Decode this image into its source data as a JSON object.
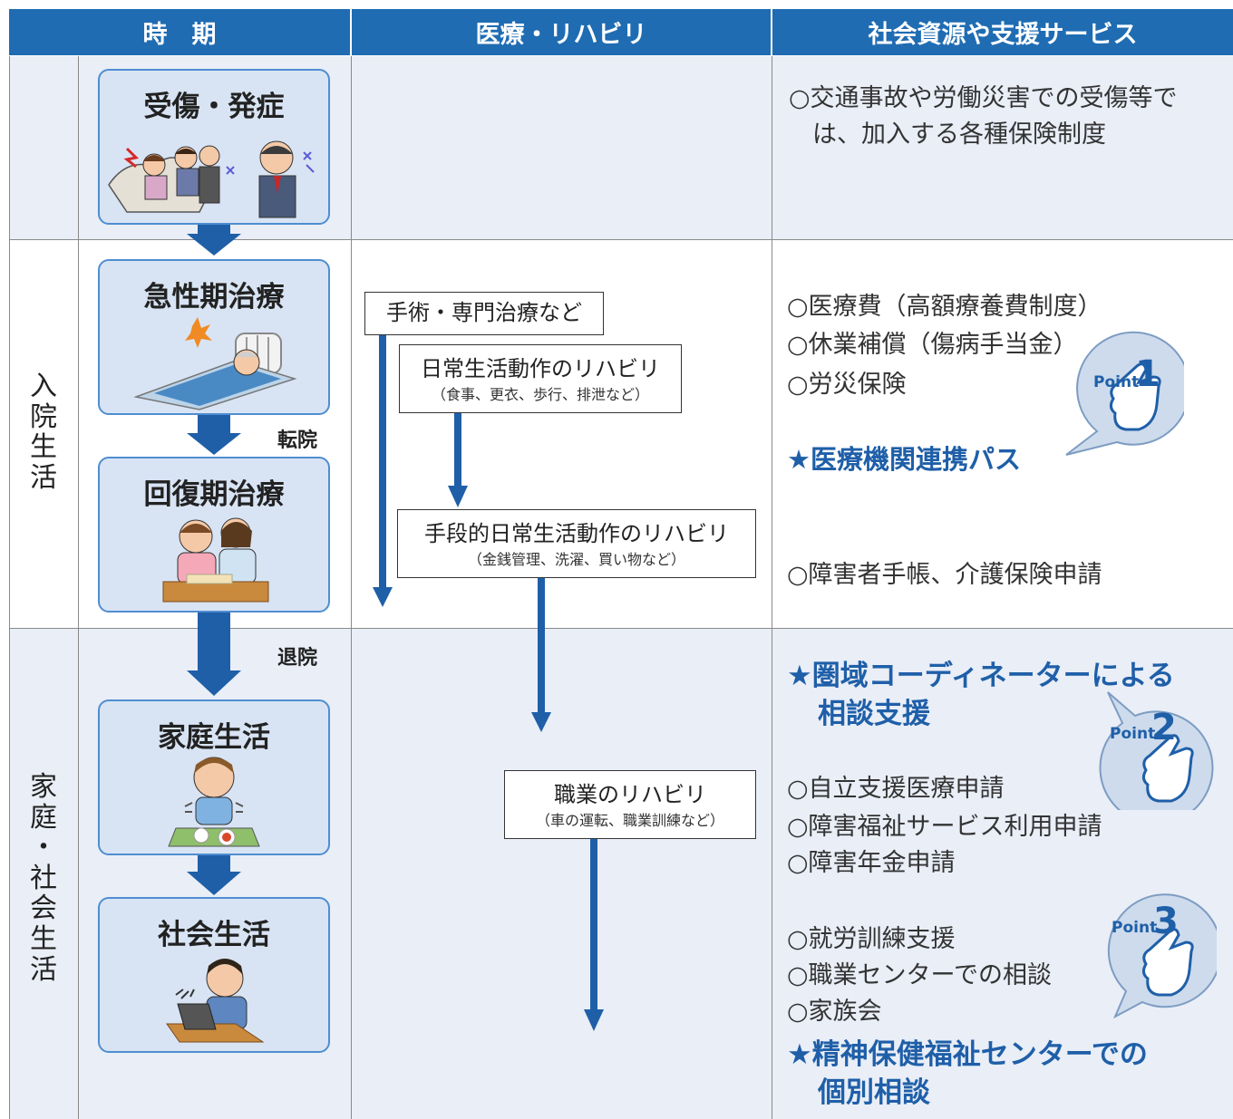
{
  "header": {
    "col1": "時　期",
    "col2": "医療・リハビリ",
    "col3": "社会資源や支援サービス"
  },
  "periods": {
    "inpatient": [
      "入",
      "院",
      "生",
      "活"
    ],
    "home_social": [
      "家",
      "庭",
      "・",
      "社",
      "会",
      "生",
      "活"
    ]
  },
  "stages": {
    "injury": "受傷・発症",
    "acute": "急性期治療",
    "recovery": "回復期治療",
    "home": "家庭生活",
    "social": "社会生活"
  },
  "transitions": {
    "transfer": "転院",
    "discharge": "退院"
  },
  "rehab": {
    "surgery": "手術・専門治療など",
    "adl_main": "日常生活動作のリハビリ",
    "adl_sub": "（食事、更衣、歩行、排泄など）",
    "iadl_main": "手段的日常生活動作のリハビリ",
    "iadl_sub": "（金銭管理、洗濯、買い物など）",
    "vocational_main": "職業のリハビリ",
    "vocational_sub": "（車の運転、職業訓練など）"
  },
  "resources": {
    "row1_line1": "○交通事故や労働災害での受傷等で",
    "row1_line2": "は、加入する各種保険制度",
    "medical_cost": "○医療費（高額療養費制度）",
    "leave_comp": "○休業補償（傷病手当金）",
    "workers_ins": "○労災保険",
    "pathway": "★医療機関連携パス",
    "handbook": "○障害者手帳、介護保険申請",
    "coordinator_line1": "★圏域コーディネーターによる",
    "coordinator_line2": "相談支援",
    "independence": "○自立支援医療申請",
    "welfare": "○障害福祉サービス利用申請",
    "pension": "○障害年金申請",
    "employment": "○就労訓練支援",
    "vocational_center": "○職業センターでの相談",
    "family": "○家族会",
    "mental_line1": "★精神保健福祉センターでの",
    "mental_line2": "個別相談"
  },
  "points": {
    "p1_word": "Point",
    "p1_num": "1",
    "p2_word": "Point",
    "p2_num": "2",
    "p3_word": "Point",
    "p3_num": "3"
  },
  "colors": {
    "header": "#1f6cb3",
    "arrow": "#1f5fa8",
    "stage_fill": "#d8e4f4",
    "stage_border": "#4f8dd0",
    "row_tint": "#e9eef7",
    "star_text": "#1f5fa8"
  }
}
